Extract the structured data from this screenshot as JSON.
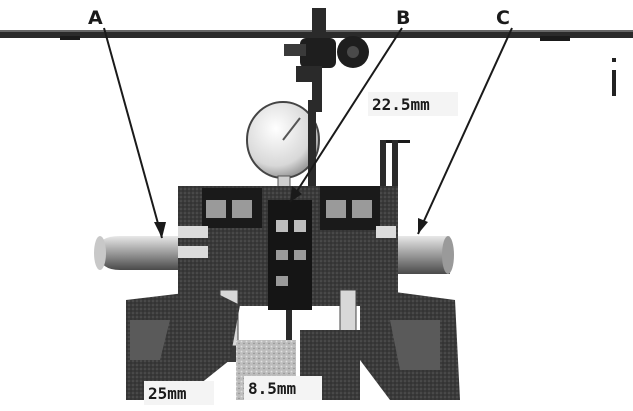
{
  "callouts": {
    "a": "A",
    "b": "B",
    "c": "C"
  },
  "dimensions": {
    "top_right": "22.5mm",
    "bottom_left": "25mm",
    "bottom_center": "8.5mm"
  },
  "colors": {
    "ink": "#1a1a1a",
    "paper": "#ffffff",
    "metal_light": "#cfcfcf",
    "metal_dark": "#2a2a2a"
  }
}
